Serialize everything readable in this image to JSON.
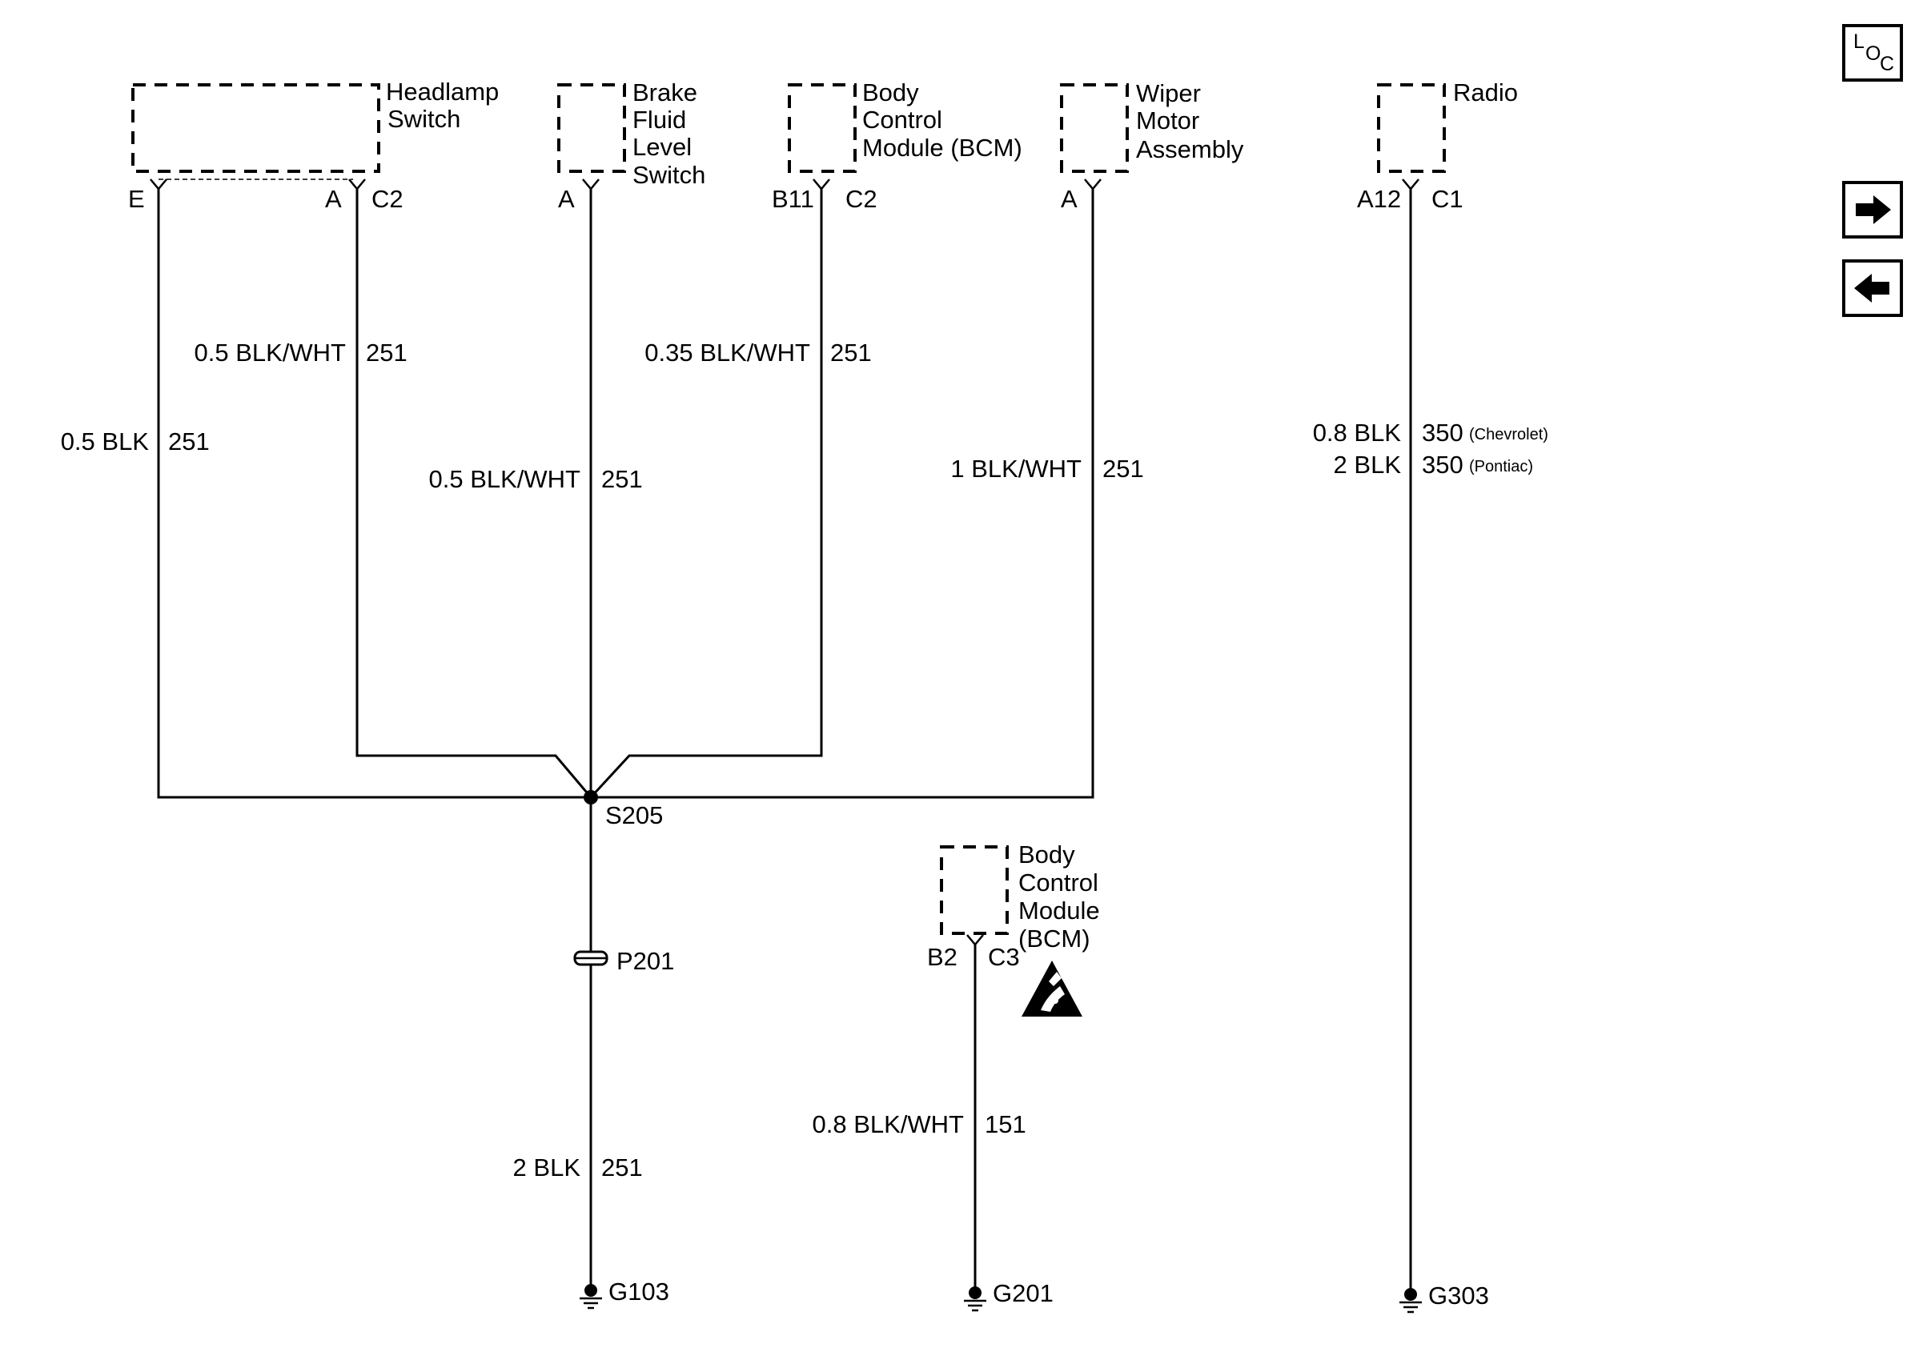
{
  "components": {
    "headlamp_switch": {
      "line1": "Headlamp",
      "line2": "Switch",
      "pin_e": "E",
      "pin_a": "A",
      "connector": "C2"
    },
    "brake_fluid_level_switch": {
      "line1": "Brake",
      "line2": "Fluid",
      "line3": "Level",
      "line4": "Switch",
      "pin": "A"
    },
    "bcm_top": {
      "line1": "Body",
      "line2": "Control",
      "line3": "Module (BCM)",
      "pin": "B11",
      "connector": "C2"
    },
    "wiper_motor_assembly": {
      "line1": "Wiper",
      "line2": "Motor",
      "line3": "Assembly",
      "pin": "A"
    },
    "radio": {
      "line1": "Radio",
      "pin": "A12",
      "connector": "C1"
    },
    "bcm_bottom": {
      "line1": "Body",
      "line2": "Control",
      "line3": "Module",
      "line4": "(BCM)",
      "pin": "B2",
      "connector": "C3"
    }
  },
  "wires": {
    "headlamp_e": {
      "size_color": "0.5 BLK",
      "circuit": "251"
    },
    "headlamp_a": {
      "size_color": "0.5 BLK/WHT",
      "circuit": "251"
    },
    "brake_switch": {
      "size_color": "0.5 BLK/WHT",
      "circuit": "251"
    },
    "bcm_b11": {
      "size_color": "0.35 BLK/WHT",
      "circuit": "251"
    },
    "wiper": {
      "size_color": "1 BLK/WHT",
      "circuit": "251"
    },
    "to_g103": {
      "size_color": "2 BLK",
      "circuit": "251"
    },
    "bcm_b2": {
      "size_color": "0.8 BLK/WHT",
      "circuit": "151"
    },
    "radio_chevrolet": {
      "size_color": "0.8 BLK",
      "circuit": "350",
      "note": "(Chevrolet)"
    },
    "radio_pontiac": {
      "size_color": "2 BLK",
      "circuit": "350",
      "note": "(Pontiac)"
    }
  },
  "splice": {
    "label": "S205"
  },
  "pass_through": {
    "label": "P201"
  },
  "grounds": {
    "g103": "G103",
    "g201": "G201",
    "g303": "G303"
  },
  "loc_icon": {
    "l": "L",
    "o": "O",
    "c": "C"
  }
}
